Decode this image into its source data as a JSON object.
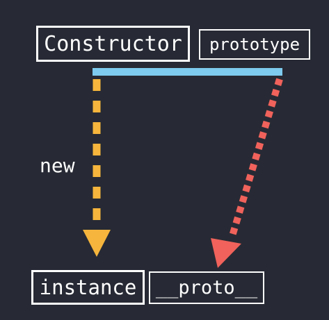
{
  "nodes": {
    "constructor": "Constructor",
    "prototype": "prototype",
    "instance": "instance",
    "proto": "__proto__"
  },
  "edges": {
    "new_label": "new"
  },
  "colors": {
    "background": "#272a34",
    "box_border": "#ffffff",
    "text": "#ffffff",
    "connector_bar": "#7ecbef",
    "new_arrow": "#f6b53c",
    "proto_arrow": "#f0625b"
  }
}
